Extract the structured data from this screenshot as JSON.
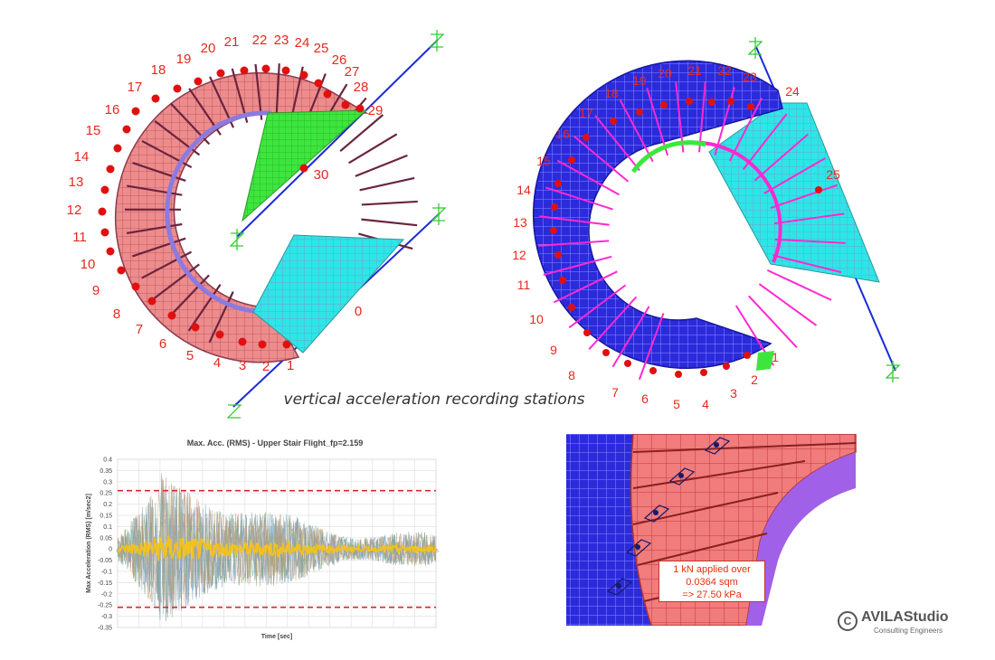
{
  "caption": "vertical acceleration recording stations",
  "left_model": {
    "station_labels": [
      "1",
      "2",
      "3",
      "4",
      "5",
      "6",
      "7",
      "8",
      "9",
      "10",
      "11",
      "12",
      "13",
      "14",
      "15",
      "16",
      "17",
      "18",
      "19",
      "20",
      "21",
      "22",
      "23",
      "24",
      "25",
      "26",
      "27",
      "28",
      "29",
      "30",
      "0"
    ]
  },
  "right_model": {
    "station_labels": [
      "1",
      "2",
      "3",
      "4",
      "5",
      "6",
      "7",
      "8",
      "9",
      "10",
      "11",
      "12",
      "13",
      "14",
      "15",
      "16",
      "17",
      "18",
      "19",
      "20",
      "21",
      "22",
      "23",
      "24",
      "25"
    ]
  },
  "colors": {
    "station_label": "#e8281e",
    "tread_red": "#e8828a",
    "landing_green": "#33e033",
    "landing_cyan": "#27e6e6",
    "tread_blue": "#2a2adf",
    "edge_magenta": "#ff28d2",
    "axis_blue": "#1a2bd9",
    "threshold_red": "#d9262a",
    "signal_yellow": "#f3c21b"
  },
  "chart_data": {
    "type": "line",
    "title": "Max. Acc. (RMS) - Upper Stair Flight_fp=2.159",
    "xlabel": "Time [sec]",
    "ylabel": "Max Acceleration (RMS) [m/sec2]",
    "ylim": [
      -0.35,
      0.4
    ],
    "yticks": [
      "0.4",
      "0.35",
      "0.3",
      "0.25",
      "0.2",
      "0.15",
      "0.1",
      "0.05",
      "0",
      "-0.05",
      "-0.1",
      "-0.15",
      "-0.2",
      "-0.25",
      "-0.3",
      "-0.35"
    ],
    "xticks": [
      "0",
      "1",
      "2",
      "3",
      "4",
      "5",
      "6",
      "7",
      "8",
      "9",
      "10",
      "11",
      "12",
      "13",
      "14",
      "15"
    ],
    "xlim": [
      0,
      15
    ],
    "thresholds": [
      0.26,
      -0.26
    ],
    "grid": true
  },
  "load_note": {
    "line1": "1 kN applied over",
    "line2": "0.0364 sqm",
    "line3": "=> 27.50 kPa"
  },
  "logo": {
    "symbol": "C",
    "name": "AVILAStudio",
    "subtitle": "Consulting Engineers"
  }
}
